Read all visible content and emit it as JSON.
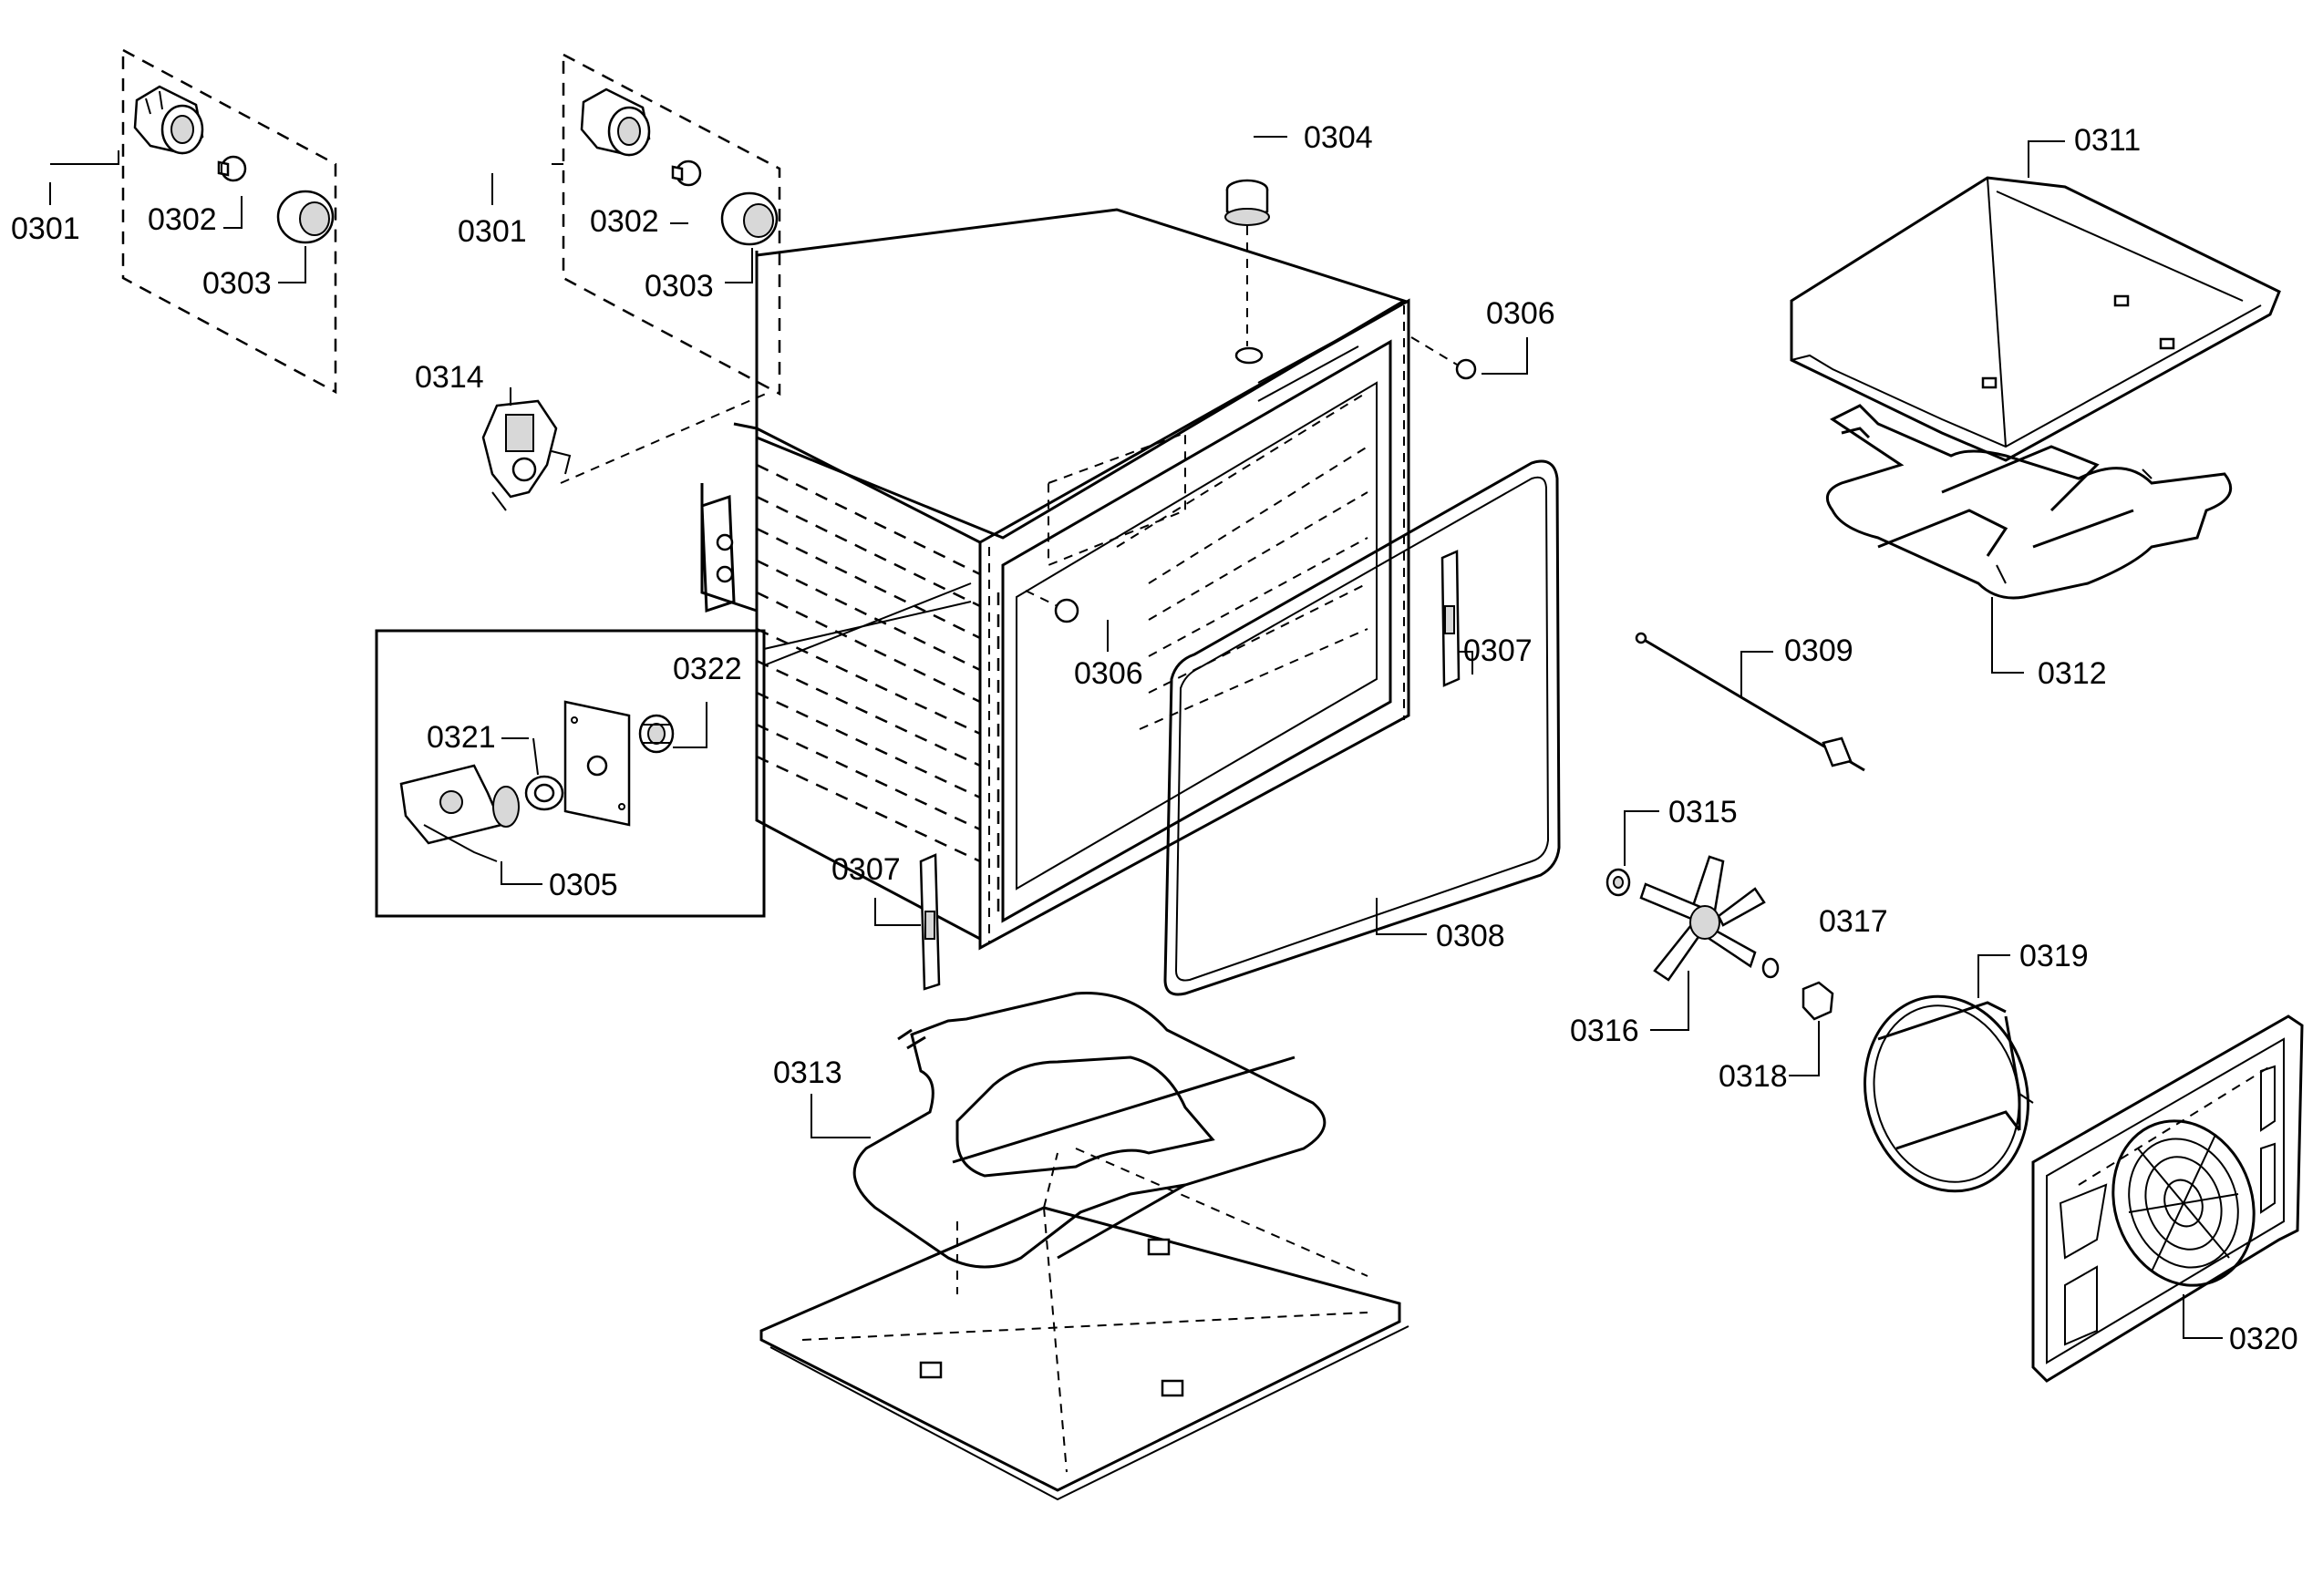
{
  "labels": {
    "p0301a": "0301",
    "p0302a": "0302",
    "p0303a": "0303",
    "p0301b": "0301",
    "p0302b": "0302",
    "p0303b": "0303",
    "p0304": "0304",
    "p0306a": "0306",
    "p0306b": "0306",
    "p0311": "0311",
    "p0312": "0312",
    "p0314": "0314",
    "p0322": "0322",
    "p0321": "0321",
    "p0305": "0305",
    "p0307a": "0307",
    "p0307b": "0307",
    "p0309": "0309",
    "p0315": "0315",
    "p0317": "0317",
    "p0319": "0319",
    "p0316": "0316",
    "p0318": "0318",
    "p0308": "0308",
    "p0313": "0313",
    "p0320": "0320"
  }
}
